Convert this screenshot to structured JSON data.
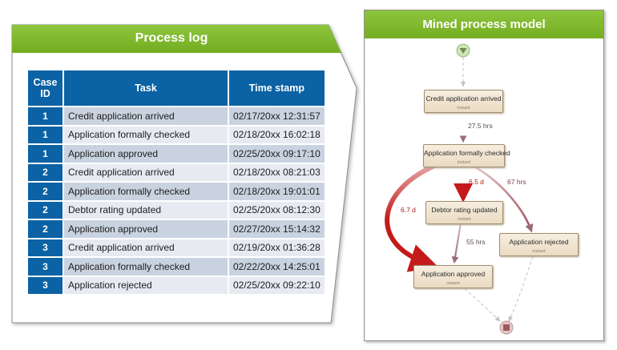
{
  "process_log": {
    "title": "Process log",
    "columns": [
      "Case ID",
      "Task",
      "Time stamp"
    ],
    "rows": [
      {
        "case": "1",
        "task": "Credit application arrived",
        "time": "02/17/20xx 12:31:57"
      },
      {
        "case": "1",
        "task": "Application formally checked",
        "time": "02/18/20xx 16:02:18"
      },
      {
        "case": "1",
        "task": "Application approved",
        "time": "02/25/20xx 09:17:10"
      },
      {
        "case": "2",
        "task": "Credit application arrived",
        "time": "02/18/20xx 08:21:03"
      },
      {
        "case": "2",
        "task": "Application formally checked",
        "time": "02/18/20xx 19:01:01"
      },
      {
        "case": "2",
        "task": "Debtor rating updated",
        "time": "02/25/20xx 08:12:30"
      },
      {
        "case": "2",
        "task": "Application approved",
        "time": "02/27/20xx 15:14:32"
      },
      {
        "case": "3",
        "task": "Credit application arrived",
        "time": "02/19/20xx 01:36:28"
      },
      {
        "case": "3",
        "task": "Application formally checked",
        "time": "02/22/20xx 14:25:01"
      },
      {
        "case": "3",
        "task": "Application rejected",
        "time": "02/25/20xx 09:22:10"
      }
    ]
  },
  "process_model": {
    "title": "Mined process model",
    "activities": [
      {
        "id": "arrived",
        "name": "Credit application arrived",
        "sub": "instant"
      },
      {
        "id": "checked",
        "name": "Application formally checked",
        "sub": "instant"
      },
      {
        "id": "rating",
        "name": "Debtor rating updated",
        "sub": "instant"
      },
      {
        "id": "rejected",
        "name": "Application rejected",
        "sub": "instant"
      },
      {
        "id": "approved",
        "name": "Application approved",
        "sub": "instant"
      }
    ],
    "edges": [
      {
        "from": "start",
        "to": "arrived",
        "label": "",
        "style": "dashed"
      },
      {
        "from": "arrived",
        "to": "checked",
        "label": "27.5 hrs",
        "style": "solid",
        "weight": "light",
        "color": "#9c6b76"
      },
      {
        "from": "checked",
        "to": "rating",
        "label": "6.5 d",
        "style": "solid",
        "weight": "medium",
        "color": "#c41a1a"
      },
      {
        "from": "checked",
        "to": "rejected",
        "label": "67 hrs",
        "style": "solid",
        "weight": "light",
        "color": "#a0505e"
      },
      {
        "from": "checked",
        "to": "approved",
        "label": "6.7 d",
        "style": "solid",
        "weight": "heavy",
        "color": "#c41a1a"
      },
      {
        "from": "rating",
        "to": "approved",
        "label": "55 hrs",
        "style": "solid",
        "weight": "light",
        "color": "#9c6b76"
      },
      {
        "from": "approved",
        "to": "end",
        "label": "",
        "style": "dashed"
      },
      {
        "from": "rejected",
        "to": "end",
        "label": "",
        "style": "dashed"
      }
    ]
  },
  "colors": {
    "green": "#84bb34",
    "table_blue": "#0b62a4",
    "row_dark": "#c9d3e0",
    "row_light": "#e7ebf1",
    "edge_red": "#c41a1a",
    "edge_muted": "#9c6b76"
  }
}
